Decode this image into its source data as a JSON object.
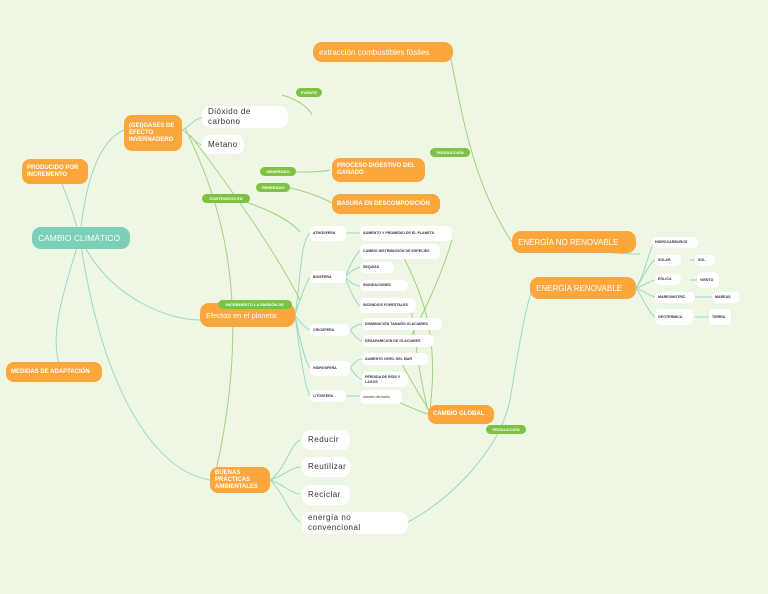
{
  "colors": {
    "background": "#eef7e4",
    "teal": "#7ccfb8",
    "orange": "#fca63c",
    "green": "#7dc242",
    "link": "#9bd7c6",
    "link_green": "#a2d27a"
  },
  "root": {
    "label": "CAMBIO CLIMÁTICO"
  },
  "producido": {
    "label": "PRODUCIDO POR INCREMENTO"
  },
  "medidas": {
    "label": "MEDIDAS DE ADAPTACIÓN"
  },
  "gases": {
    "label": "(GEI)GASES DE EFECTO INVERNADERO"
  },
  "dioxido": {
    "label": "Dióxido de carbono"
  },
  "metano": {
    "label": "Metano"
  },
  "extraccion": {
    "label": "extracción combustibles fósiles"
  },
  "proceso": {
    "label": "PROCESO DIGESTIVO DEL GANADO"
  },
  "basura": {
    "label": "BASURA EN DESCOMPOSICIÓN"
  },
  "efectos": {
    "label": "Efectos en el planeta:"
  },
  "no_renovable": {
    "label": "ENERGÍA NO RENOVABLE"
  },
  "renovable": {
    "label": "ENERGÍA RENOVABLE"
  },
  "cambio_global": {
    "label": "CAMBIO GLOBAL"
  },
  "buenas": {
    "label": "BUENAS PRÁCTICAS AMBIENTALES"
  },
  "practicas": [
    "Reducir",
    "Reutilizar",
    "Reciclar",
    "energía no convencional"
  ],
  "tags": {
    "fuente": "FUENTE",
    "produccion": "PRODUCCIÓN",
    "generado1": "GENERADO",
    "generado2": "GENERADO",
    "contenidos": "CONTENIDOS EN",
    "incremento": "INCREMENTO LA EMISIÓN DE",
    "produccion2": "PRODUCCIÓN"
  },
  "spheres": {
    "atmosfera": "ATMÓSFERA",
    "biosfera": "BIOSFERA",
    "criosfera": "CRIOSFERA",
    "hidrosfera": "HIDROSFERA",
    "litosfera": "LITOSFERA"
  },
  "effects": {
    "aumento_promedio": "AUMENTO Y PROMEDIO DE EL PLANETA",
    "cambio_distribucion": "CAMBIO DISTRIBUCIÓN DE ESPECIES",
    "sequias": "SEQUÍAS",
    "inundaciones": "INUNDACIONES",
    "incendios": "INCENDIOS FORESTALES",
    "disminucion": "DISMINUCIÓN TAMAÑO GLACIARES",
    "desaparicion": "DESAPARICIÓN DE GLACIARES",
    "aumento_mar": "AUMENTO NIVEL DEL MAR",
    "perdida": "PÉRDIDA DE RÍOS Y LAGOS",
    "cambio_suelo": "cambio del suelo"
  },
  "fuentes": {
    "hidrocarburos": "HIDROCARBUROS",
    "solar": "SOLAR",
    "sol": "SOL",
    "eolica": "EÓLICA",
    "viento": "VIENTO",
    "mareomotriz": "MAREOMOTRIZ",
    "mareas": "MAREAS",
    "geotermica": "GEOTERMICA",
    "tierra": "TIERRA"
  }
}
